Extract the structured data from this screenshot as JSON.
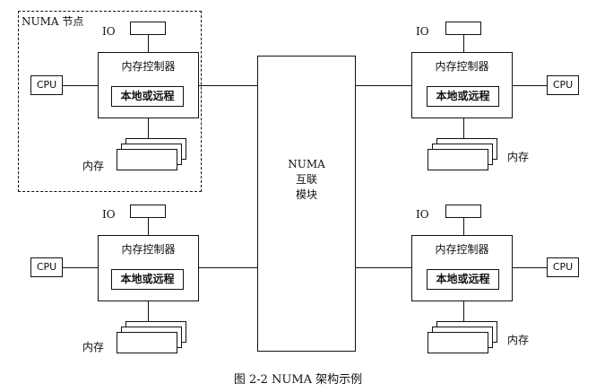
{
  "node_label": "NUMA 节点",
  "io_label": "IO",
  "cpu_label": "CPU",
  "controller_label": "内存控制器",
  "local_remote_label": "本地或远程",
  "memory_label": "内存",
  "interconnect_lines": [
    "NUMA",
    "互联",
    "模块"
  ],
  "caption": "图 2-2   NUMA 架构示例"
}
